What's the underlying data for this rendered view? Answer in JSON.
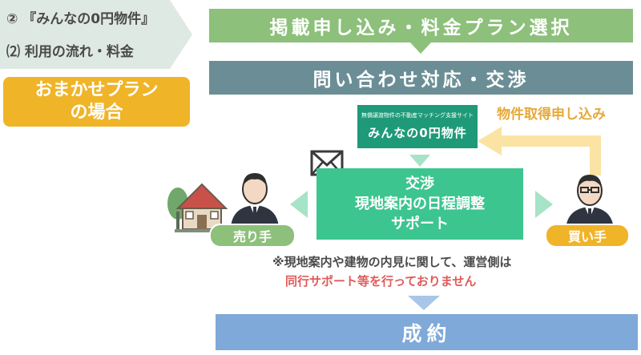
{
  "breadcrumb": {
    "line1": "② 『みんなの0円物件』",
    "line2": "⑵ 利用の流れ・料金"
  },
  "omakase": {
    "line1": "おまかせプラン",
    "line2": "の場合"
  },
  "steps": {
    "step1": "掲載申し込み・料金プラン選択",
    "step2": "問い合わせ対応・交渉",
    "step_final": "成約"
  },
  "logo": {
    "tagline": "無償譲渡物件の不動産マッチング支援サイト",
    "name": "みんなの0円物件"
  },
  "negotiation": {
    "line1": "交渉",
    "line2": "現地案内の日程調整",
    "line3": "サポート"
  },
  "buyer_apply_label": "物件取得申し込み",
  "seller_label": "売り手",
  "buyer_label": "買い手",
  "note": {
    "line1": "※現地案内や建物の内見に関して、運営側は",
    "line2": "同行サポート等を行っておりません"
  },
  "colors": {
    "green": "#8dc07a",
    "slate": "#6b8e96",
    "blue": "#7ea9d8",
    "mint": "#3cc58f",
    "orange": "#f0b429",
    "red_text": "#e05a5a"
  },
  "icons": [
    "mail-icon",
    "house-icon",
    "tree-icon",
    "seller-person-icon",
    "buyer-person-icon"
  ]
}
